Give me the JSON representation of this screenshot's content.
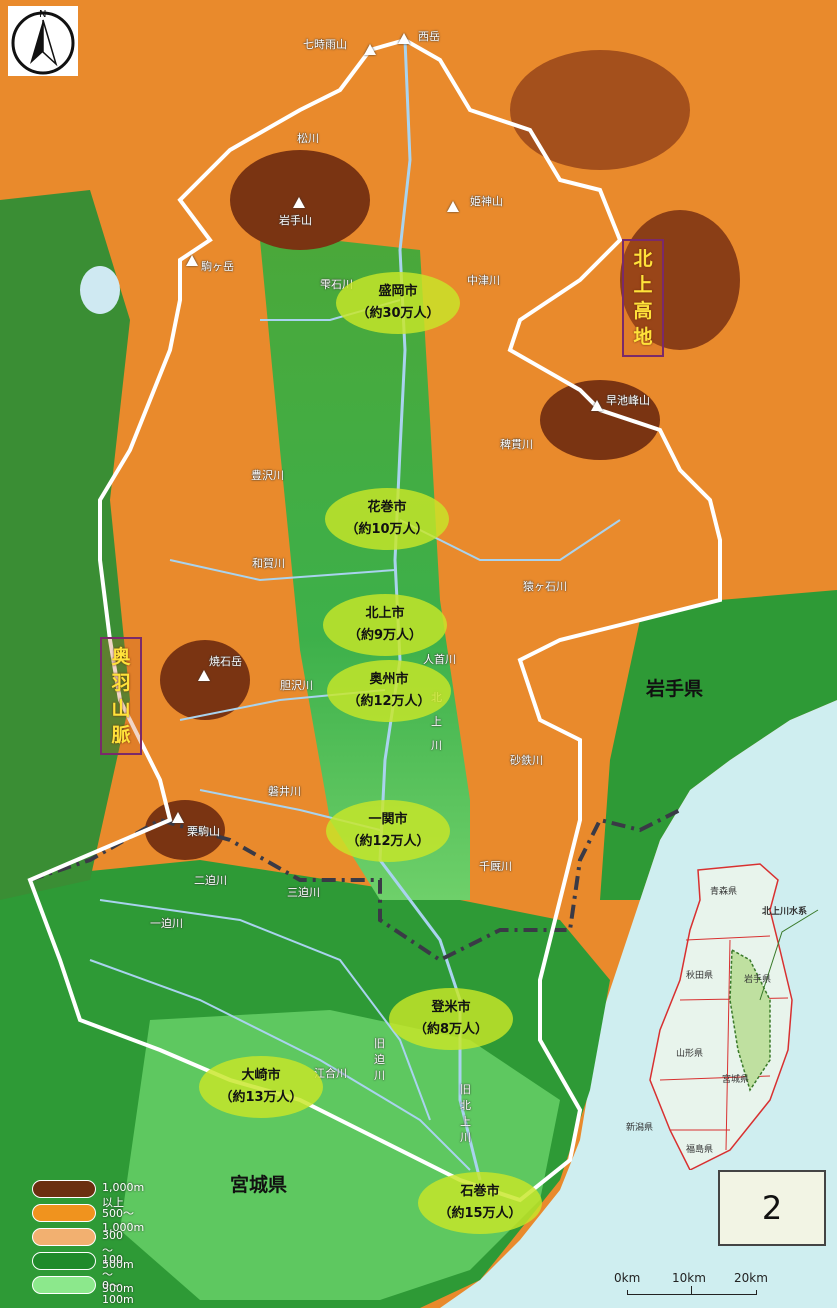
{
  "north": {
    "symbol": "N"
  },
  "peaks": [
    {
      "name": "七時雨山"
    },
    {
      "name": "西岳"
    },
    {
      "name": "姫神山"
    },
    {
      "name": "岩手山"
    },
    {
      "name": "駒ヶ岳"
    },
    {
      "name": "早池峰山"
    },
    {
      "name": "焼石岳"
    },
    {
      "name": "栗駒山"
    }
  ],
  "rivers": [
    {
      "name": "松川"
    },
    {
      "name": "雫石川"
    },
    {
      "name": "中津川"
    },
    {
      "name": "稗貫川"
    },
    {
      "name": "豊沢川"
    },
    {
      "name": "和賀川"
    },
    {
      "name": "猿ヶ石川"
    },
    {
      "name": "人首川"
    },
    {
      "name": "胆沢川"
    },
    {
      "name": "北上川"
    },
    {
      "name": "砂鉄川"
    },
    {
      "name": "磐井川"
    },
    {
      "name": "千厩川"
    },
    {
      "name": "二迫川"
    },
    {
      "name": "三迫川"
    },
    {
      "name": "一迫川"
    },
    {
      "name": "旧迫川"
    },
    {
      "name": "江合川"
    },
    {
      "name": "旧北上川"
    }
  ],
  "cities": [
    {
      "name": "盛岡市",
      "pop": "（約30万人）"
    },
    {
      "name": "花巻市",
      "pop": "（約10万人）"
    },
    {
      "name": "北上市",
      "pop": "（約9万人）"
    },
    {
      "name": "奥州市",
      "pop": "（約12万人）"
    },
    {
      "name": "一関市",
      "pop": "（約12万人）"
    },
    {
      "name": "登米市",
      "pop": "（約8万人）"
    },
    {
      "name": "大崎市",
      "pop": "（約13万人）"
    },
    {
      "name": "石巻市",
      "pop": "（約15万人）"
    }
  ],
  "regions": [
    {
      "name": "北上高地"
    },
    {
      "name": "奥羽山脈"
    }
  ],
  "prefectures": [
    {
      "name": "岩手県"
    },
    {
      "name": "宮城県"
    }
  ],
  "legend": [
    {
      "label": "1,000m 以上",
      "color": "#6b2f10"
    },
    {
      "label": "500～1,000m",
      "color": "#f0931e"
    },
    {
      "label": "300～500m",
      "color": "#f2b070"
    },
    {
      "label": "100～300m",
      "color": "#1f8a2a"
    },
    {
      "label": "0～100m",
      "color": "#8ce88c"
    }
  ],
  "inset": {
    "prefectures": [
      "青森県",
      "秋田県",
      "岩手県",
      "山形県",
      "宮城県",
      "新潟県",
      "福島県"
    ],
    "basin_label": "北上川水系"
  },
  "scale": {
    "ticks": [
      "0km",
      "10km",
      "20km"
    ]
  },
  "page_number": "2",
  "colors": {
    "basin_outline": "#ffffff",
    "prefecture_border": "#3a3a46",
    "sea": "#cfeef0",
    "city": "#c8e628"
  }
}
